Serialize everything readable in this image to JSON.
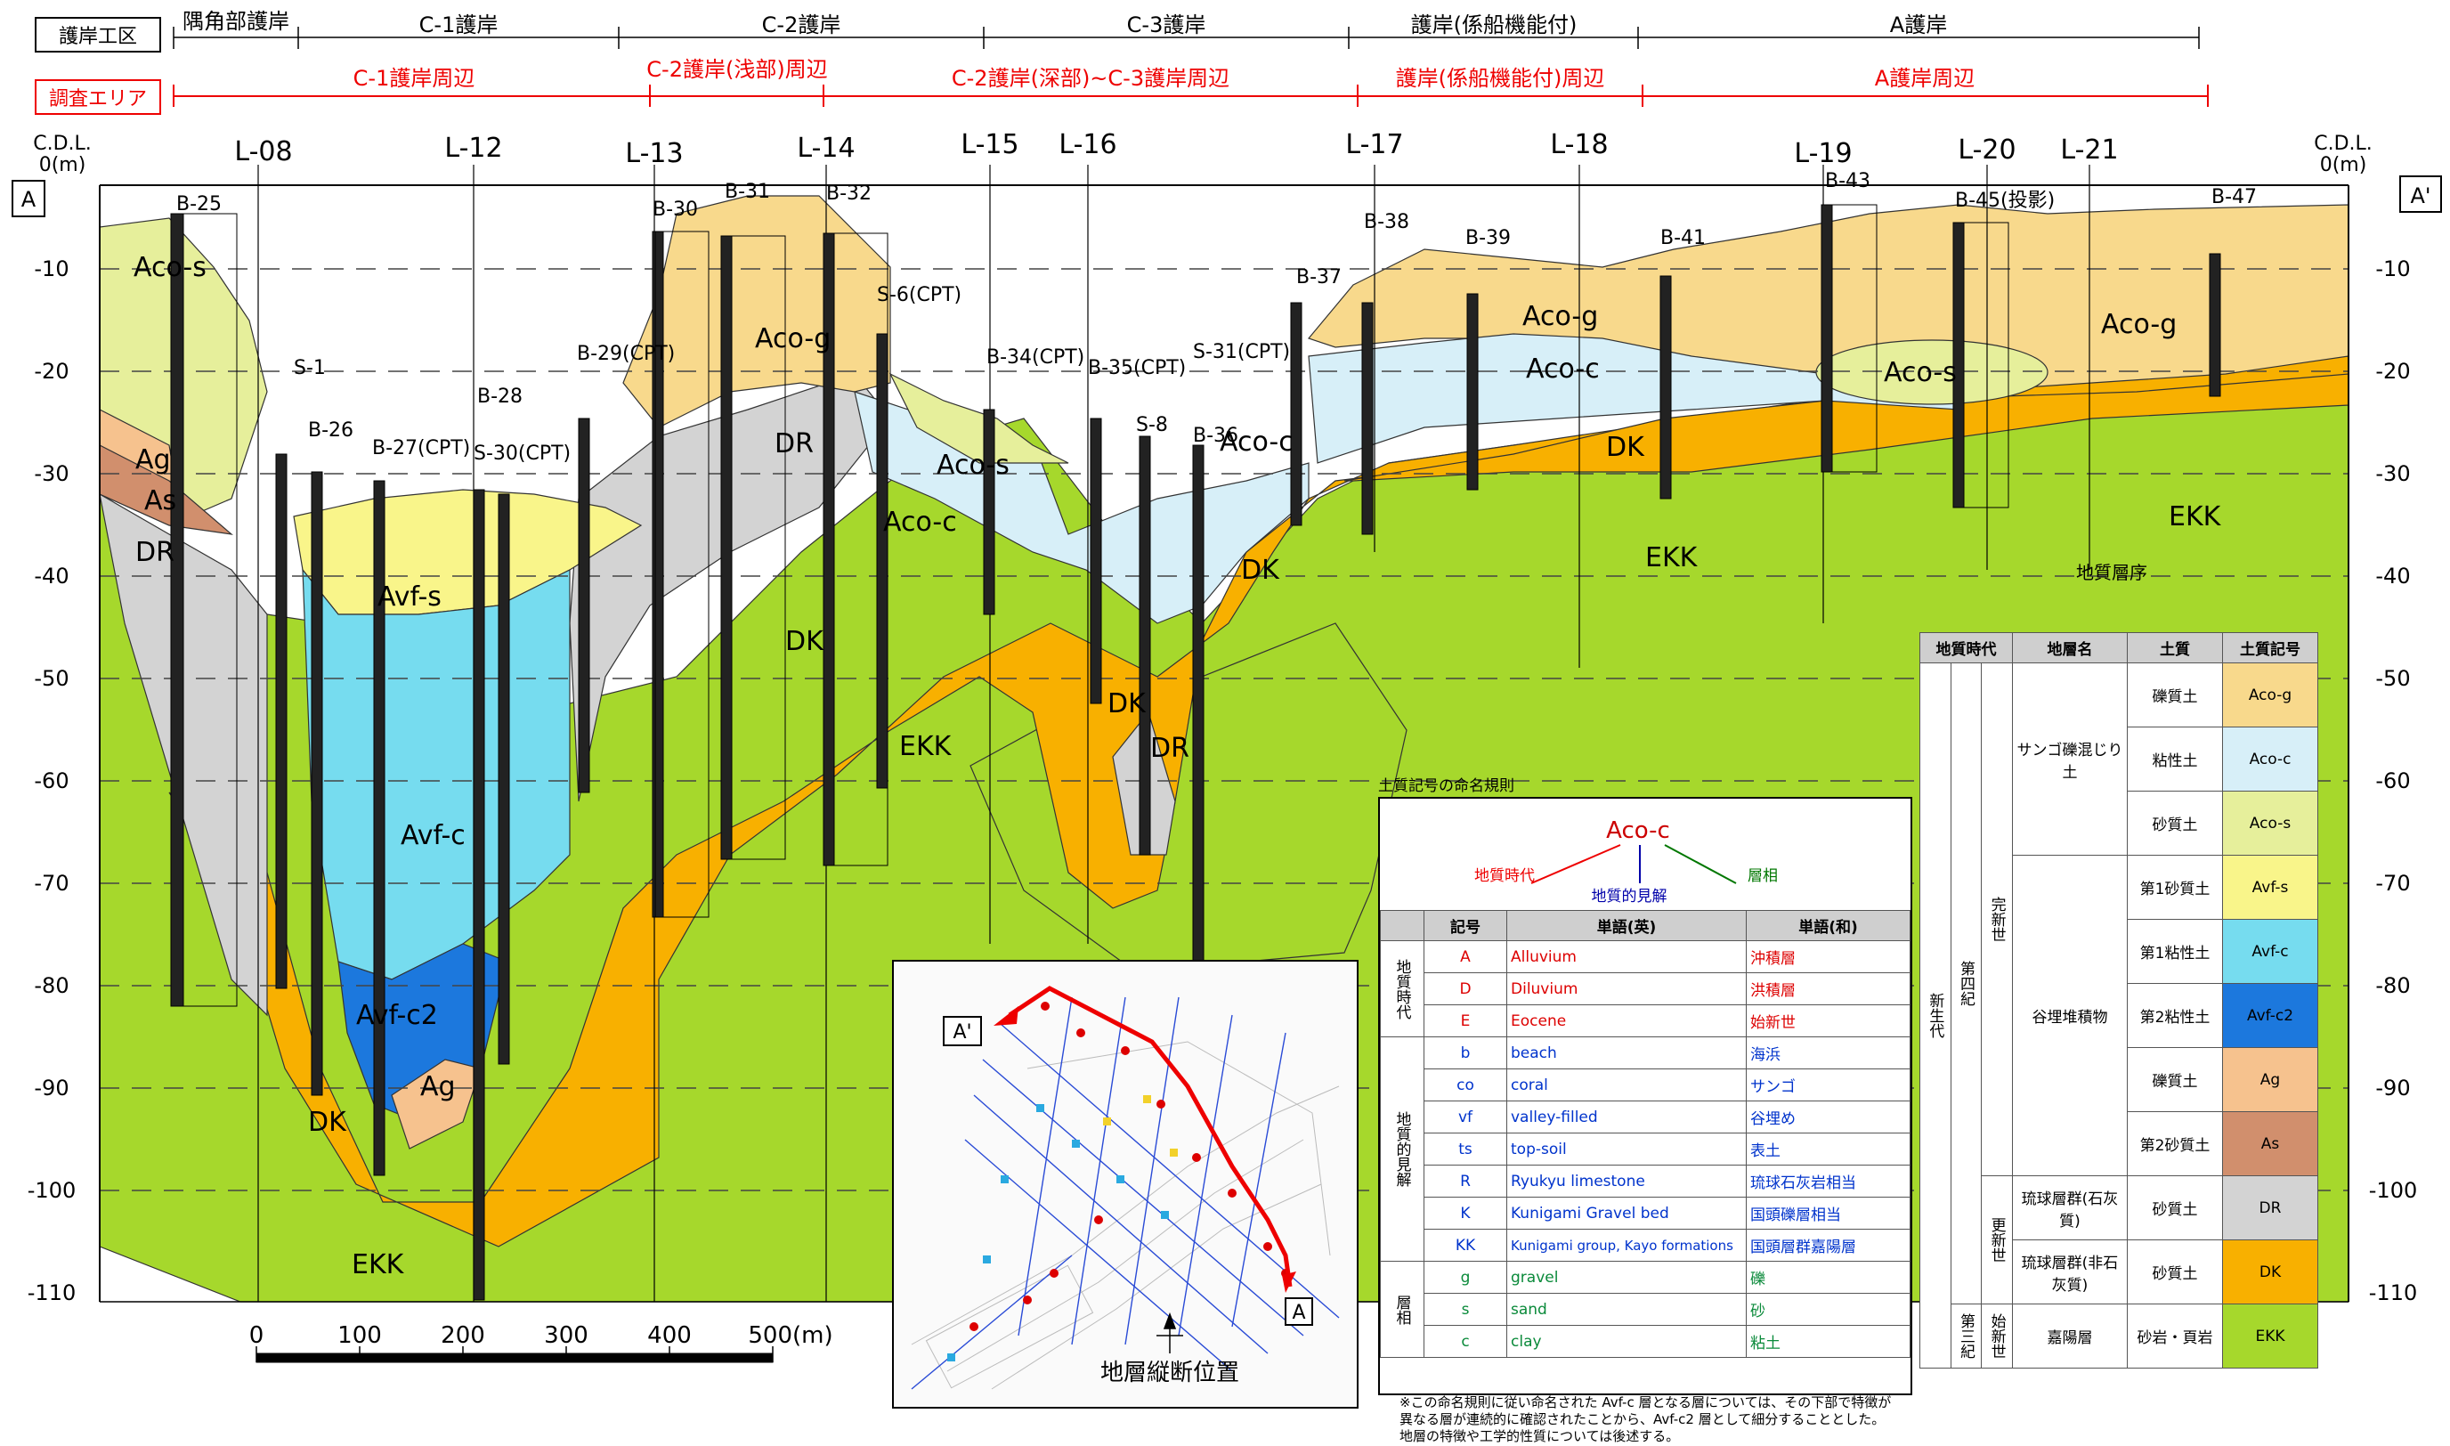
{
  "header": {
    "zone_label": "護岸工区",
    "survey_label": "調査エリア",
    "zones": [
      "隅角部護岸",
      "C-1護岸",
      "C-2護岸",
      "C-3護岸",
      "護岸(係船機能付)",
      "A護岸"
    ],
    "surveys": [
      "C-1護岸周辺",
      "C-2護岸(浅部)周辺",
      "C-2護岸(深部)~C-3護岸周辺",
      "護岸(係船機能付)周辺",
      "A護岸周辺"
    ]
  },
  "section": {
    "left_end": "A",
    "right_end": "A'",
    "cdl_label": "C.D.L.",
    "zero_label": "0(m)",
    "depth_ticks": [
      "-10",
      "-20",
      "-30",
      "-40",
      "-50",
      "-60",
      "-70",
      "-80",
      "-90",
      "-100",
      "-110"
    ],
    "lines": [
      "L-08",
      "L-12",
      "L-13",
      "L-14",
      "L-15",
      "L-16",
      "L-17",
      "L-18",
      "L-19",
      "L-20",
      "L-21"
    ],
    "boreholes": [
      "B-25",
      "S-1",
      "B-26",
      "B-27(CPT)",
      "B-28",
      "S-30(CPT)",
      "B-29(CPT)",
      "B-30",
      "B-31",
      "B-32",
      "S-6(CPT)",
      "B-34(CPT)",
      "B-35(CPT)",
      "S-8",
      "S-31(CPT)",
      "B-36",
      "B-37",
      "B-38",
      "B-39",
      "B-41",
      "B-43",
      "B-45(投影)",
      "B-47"
    ],
    "layers": [
      "Aco-s",
      "Ag",
      "As",
      "DR",
      "Avf-s",
      "Avf-c",
      "Avf-c2",
      "Ag",
      "DK",
      "EKK",
      "Aco-g",
      "DR",
      "DK",
      "Aco-s",
      "Aco-c",
      "EKK",
      "Aco-c",
      "DK",
      "DR",
      "DK",
      "Aco-g",
      "Aco-c",
      "DK",
      "EKK",
      "Aco-s",
      "Aco-g",
      "EKK"
    ],
    "scale_ticks": [
      "0",
      "100",
      "200",
      "300",
      "400",
      "500(m)"
    ],
    "stratigraphy_title": "地質層序"
  },
  "naming": {
    "title": "土質記号の命名規則",
    "example": "Aco-c",
    "parts": [
      "地質時代",
      "地質的見解",
      "層相"
    ],
    "col_headers": [
      "記号",
      "単語(英)",
      "単語(和)"
    ],
    "groups": [
      {
        "label": "地質時代",
        "rows": [
          [
            "A",
            "Alluvium",
            "沖積層"
          ],
          [
            "D",
            "Diluvium",
            "洪積層"
          ],
          [
            "E",
            "Eocene",
            "始新世"
          ]
        ]
      },
      {
        "label": "地質的見解",
        "rows": [
          [
            "b",
            "beach",
            "海浜"
          ],
          [
            "co",
            "coral",
            "サンゴ"
          ],
          [
            "vf",
            "valley-filled",
            "谷埋め"
          ],
          [
            "ts",
            "top-soil",
            "表土"
          ],
          [
            "R",
            "Ryukyu limestone",
            "琉球石灰岩相当"
          ],
          [
            "K",
            "Kunigami Gravel bed",
            "国頭礫層相当"
          ],
          [
            "KK",
            "Kunigami group, Kayo formations",
            "国頭層群嘉陽層"
          ]
        ]
      },
      {
        "label": "層相",
        "rows": [
          [
            "g",
            "gravel",
            "礫"
          ],
          [
            "s",
            "sand",
            "砂"
          ],
          [
            "c",
            "clay",
            "粘土"
          ]
        ]
      }
    ],
    "note": "※この命名規則に従い命名された Avf-c 層となる層については、その下部で特徴が異なる層が連続的に確認されたことから、Avf-c2 層として細分することとした。地層の特徴や工学的性質については後述する。"
  },
  "legend": {
    "col_headers": [
      "地質時代",
      "地層名",
      "土質",
      "土質記号"
    ],
    "era": "新生代",
    "periods": [
      {
        "name": "第四紀"
      },
      {
        "name": "第三紀"
      }
    ],
    "epochs": [
      "完新世",
      "更新世",
      "始新世"
    ],
    "formations": [
      "サンゴ礫混じり土",
      "谷埋堆積物",
      "琉球層群(石灰質)",
      "琉球層群(非石灰質)",
      "嘉陽層"
    ],
    "rows": [
      {
        "soil": "礫質土",
        "code": "Aco-g",
        "color": "#f8d98c"
      },
      {
        "soil": "粘性土",
        "code": "Aco-c",
        "color": "#d7eff8"
      },
      {
        "soil": "砂質土",
        "code": "Aco-s",
        "color": "#e6ef9b"
      },
      {
        "soil": "第1砂質土",
        "code": "Avf-s",
        "color": "#f9f58a"
      },
      {
        "soil": "第1粘性土",
        "code": "Avf-c",
        "color": "#76dcef"
      },
      {
        "soil": "第2粘性土",
        "code": "Avf-c2",
        "color": "#1c78dd"
      },
      {
        "soil": "礫質土",
        "code": "Ag",
        "color": "#f6c28e"
      },
      {
        "soil": "第2砂質土",
        "code": "As",
        "color": "#d18f6d"
      },
      {
        "soil": "砂質土",
        "code": "DR",
        "color": "#d3d3d3"
      },
      {
        "soil": "砂質土",
        "code": "DK",
        "color": "#f8b000"
      },
      {
        "soil": "砂岩・頁岩",
        "code": "EKK",
        "color": "#a6d82c"
      }
    ]
  },
  "map": {
    "title": "地層縦断位置",
    "start_label": "A",
    "end_label": "A'"
  }
}
